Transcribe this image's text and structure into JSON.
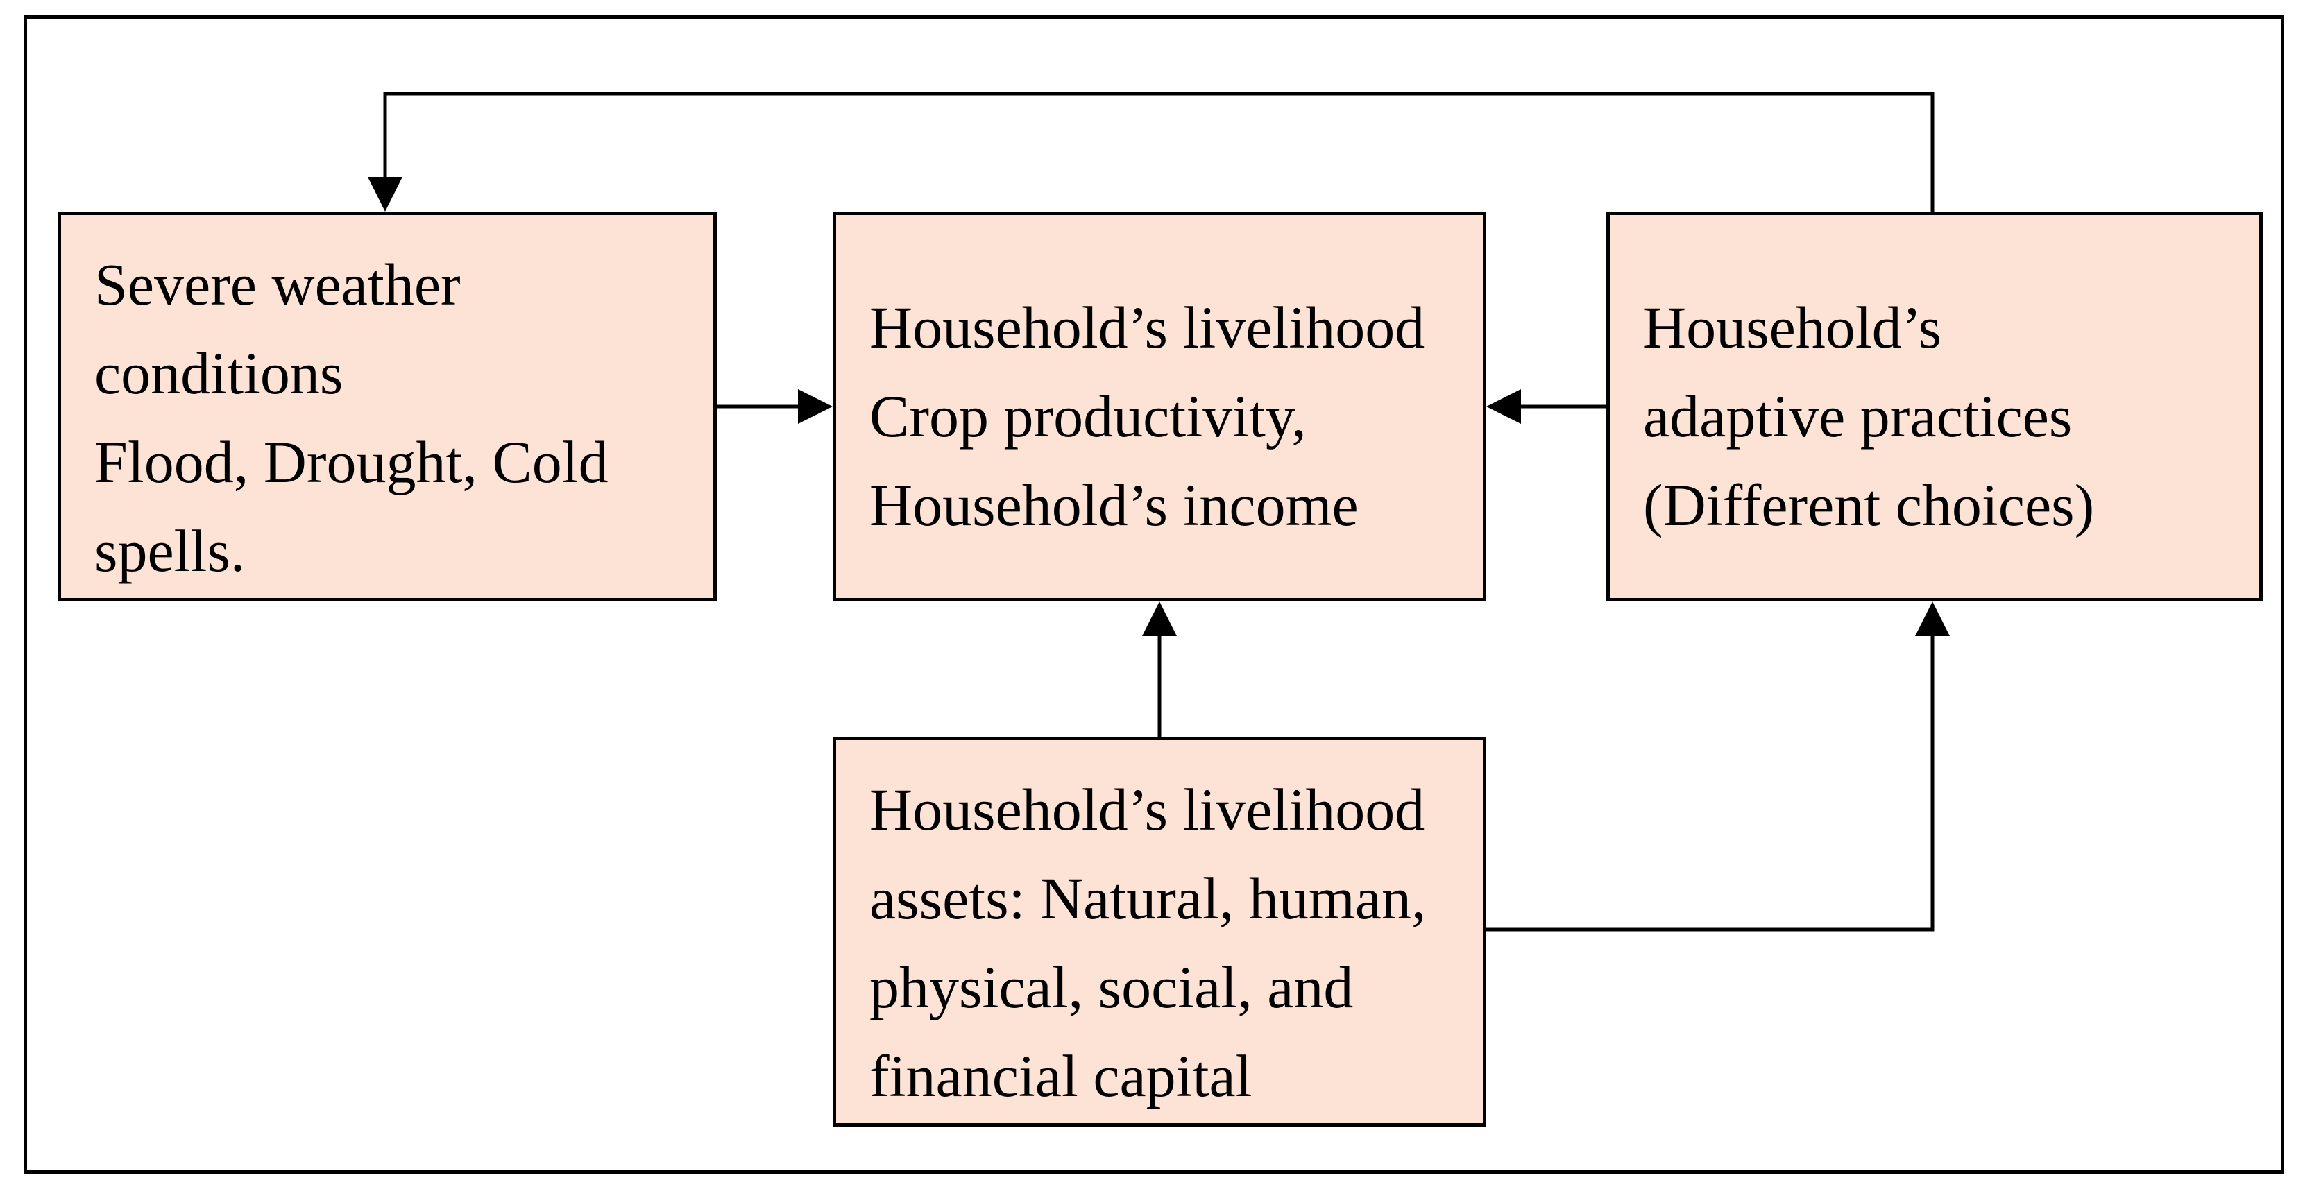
{
  "colors": {
    "box_fill": "#fde3d5",
    "stroke": "#000000",
    "background": "#ffffff"
  },
  "boxes": {
    "weather": {
      "lines": [
        "Severe weather",
        "conditions",
        "Flood, Drought, Cold",
        "spells."
      ]
    },
    "livelihood": {
      "lines": [
        "Household’s livelihood",
        "Crop productivity,",
        "Household’s income"
      ]
    },
    "adaptive": {
      "lines": [
        "Household’s",
        "adaptive practices",
        "(Different choices)"
      ]
    },
    "assets": {
      "lines": [
        "Household’s livelihood",
        "assets: Natural, human,",
        "physical, social, and",
        "financial capital"
      ]
    }
  },
  "edges": [
    {
      "from": "weather",
      "to": "livelihood"
    },
    {
      "from": "adaptive",
      "to": "livelihood"
    },
    {
      "from": "assets",
      "to": "livelihood"
    },
    {
      "from": "assets",
      "to": "adaptive"
    },
    {
      "from": "adaptive",
      "to": "weather"
    }
  ]
}
